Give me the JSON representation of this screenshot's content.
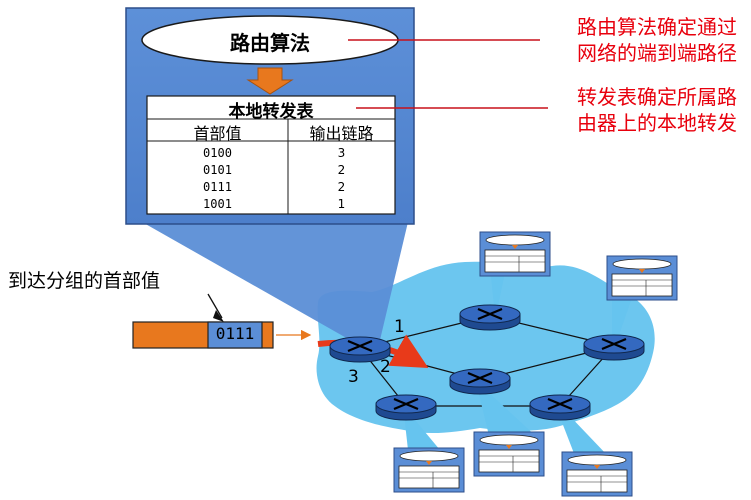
{
  "algorithm": {
    "label": "路由算法"
  },
  "forwarding_table": {
    "title": "本地转发表",
    "headers": [
      "首部值",
      "输出链路"
    ],
    "rows": [
      {
        "header_value": "0100",
        "output_link": "3"
      },
      {
        "header_value": "0101",
        "output_link": "2"
      },
      {
        "header_value": "0111",
        "output_link": "2"
      },
      {
        "header_value": "1001",
        "output_link": "1"
      }
    ]
  },
  "captions": {
    "algorithm_line1": "路由算法确定通过",
    "algorithm_line2": "网络的端到端路径",
    "table_line1": "转发表确定所属路",
    "table_line2": "由器上的本地转发"
  },
  "packet": {
    "label": "到达分组的首部值",
    "header_value": "0111"
  },
  "links": {
    "link1": "1",
    "link2": "2",
    "link3": "3"
  },
  "colors": {
    "panel_blue": "#5b8ed6",
    "network_blue": "#66c4ef",
    "router_blue": "#2a5cae",
    "arrow_orange": "#e8781e",
    "caption_red": "#e8000d",
    "path_red": "#e83a1a"
  },
  "icons": [
    "router-icon",
    "forwarding-table-icon",
    "down-arrow-icon"
  ]
}
